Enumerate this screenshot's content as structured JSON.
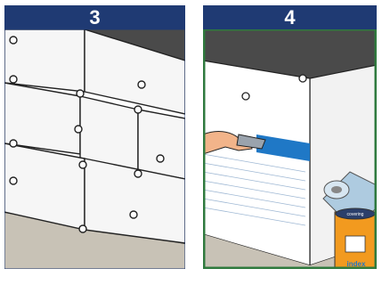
{
  "steps": [
    {
      "number": "3"
    },
    {
      "number": "4"
    }
  ],
  "package": {
    "brand": "index",
    "lid_label": "covering"
  },
  "colors": {
    "header": "#1f3a73",
    "panel_border": "#2f7a3e",
    "ceiling": "#4a4a4a",
    "floor": "#c8c2b6",
    "board": "#f5f5f5",
    "fastener": "#222222",
    "tape": "#1f78c6",
    "package_orange": "#f29a1f"
  }
}
